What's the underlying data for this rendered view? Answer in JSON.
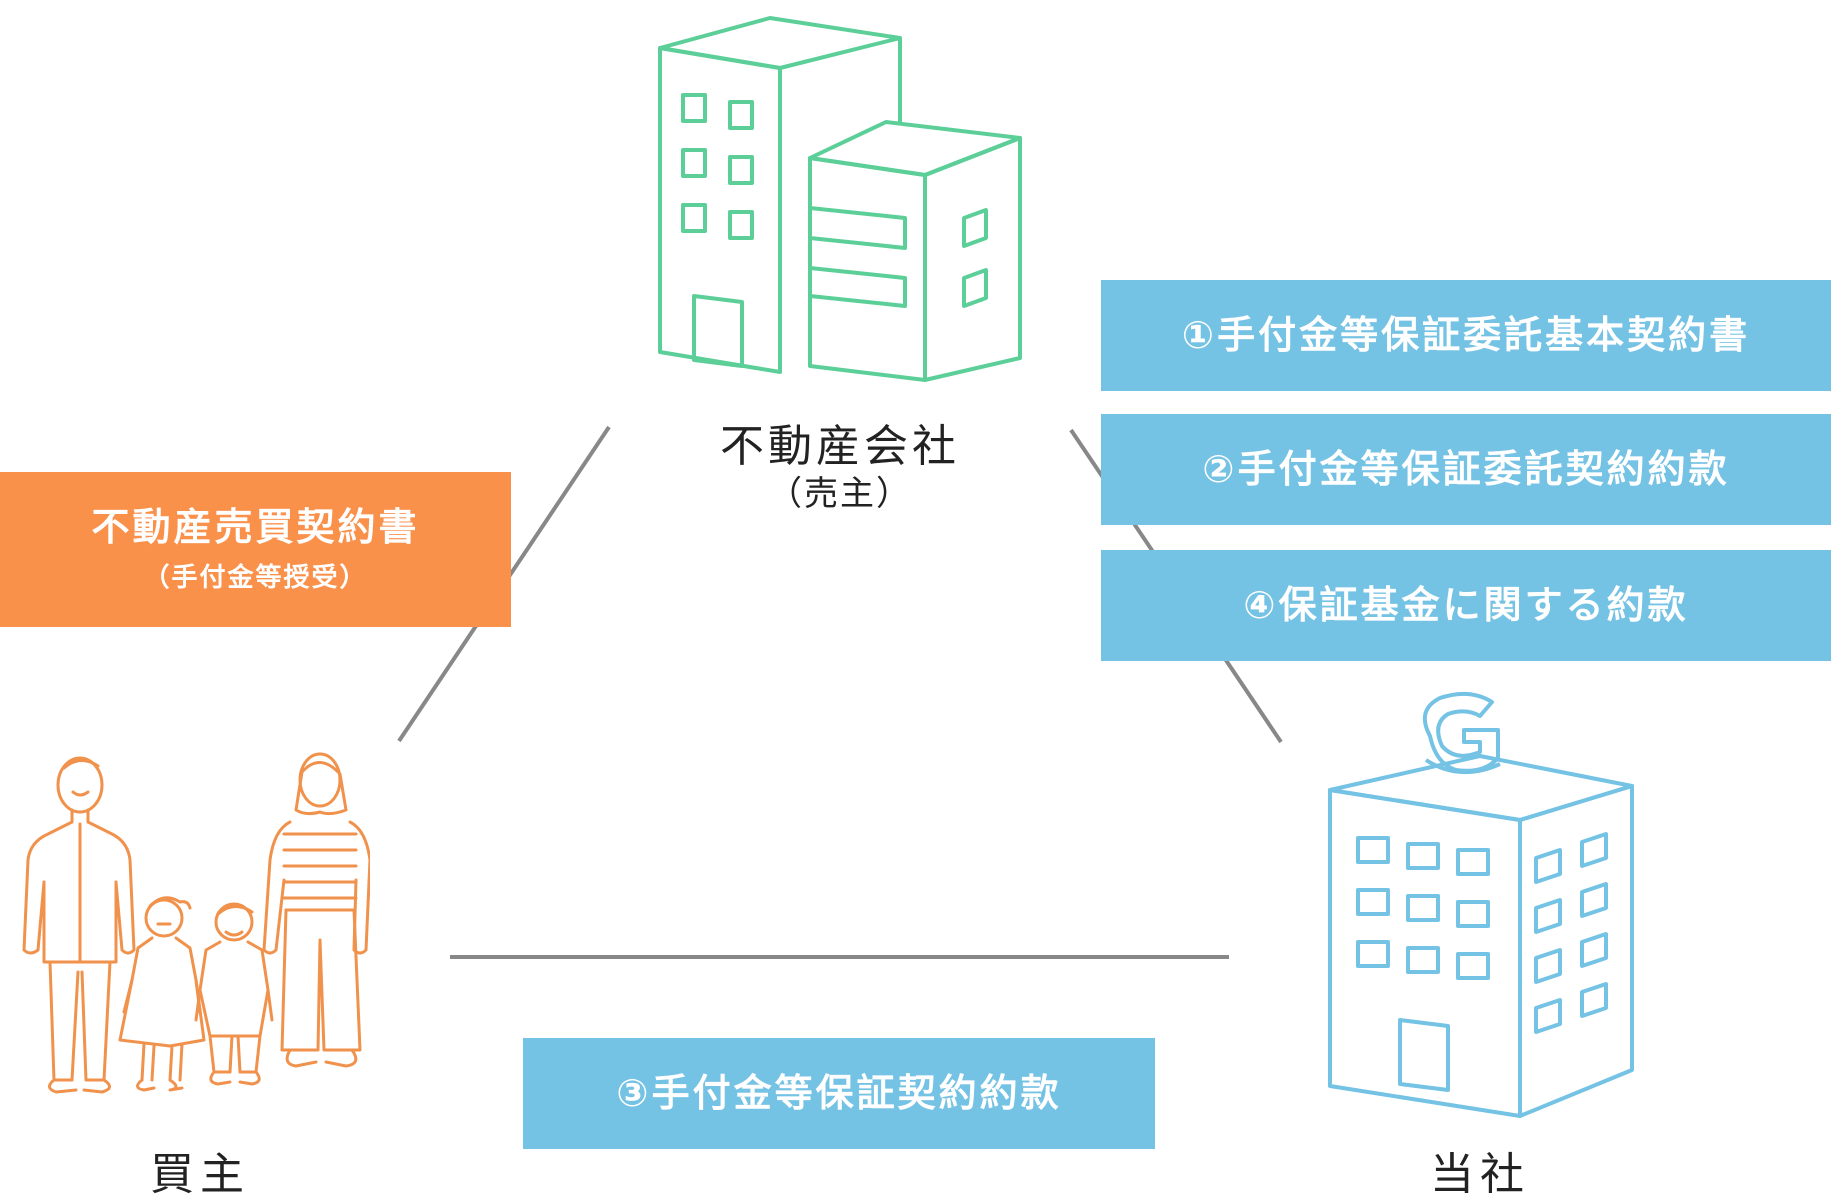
{
  "nodes": {
    "realestate": {
      "label": "不動産会社",
      "sublabel": "（売主）"
    },
    "buyer": {
      "label": "買主"
    },
    "company": {
      "label": "当社",
      "logo_letter": "G"
    }
  },
  "documents": {
    "contract": {
      "title": "不動産売買契約書",
      "subtitle": "（手付金等授受）"
    },
    "doc1": "①手付金等保証委託基本契約書",
    "doc2": "②手付金等保証委託契約約款",
    "doc3": "③手付金等保証契約約款",
    "doc4": "④保証基金に関する約款"
  },
  "colors": {
    "building_green": "#5ccf99",
    "building_blue": "#74c2e4",
    "family_orange": "#f0924c",
    "box_blue": "#74c2e4",
    "box_orange": "#f9914b",
    "connector_gray": "#888888"
  }
}
